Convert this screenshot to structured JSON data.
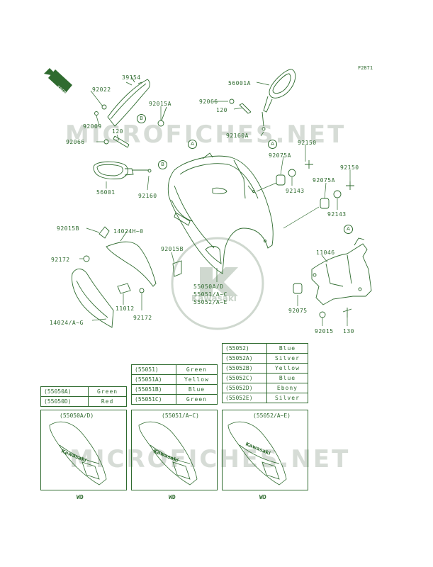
{
  "diagram_code": "F2871",
  "front_label": "FRONT",
  "callouts": {
    "a": "A",
    "b": "B"
  },
  "part_labels": {
    "p39154": "39154",
    "p92022": "92022",
    "p92015A": "92015A",
    "p92009": "92009",
    "p120_l": "120",
    "p92066_l": "92066",
    "p56001": "56001",
    "p92160": "92160",
    "p56001A": "56001A",
    "p92066_r": "92066",
    "p120_r": "120",
    "p92160A": "92160A",
    "p92150_a": "92150",
    "p92075A_a": "92075A",
    "p92143_a": "92143",
    "p92150_b": "92150",
    "p92075A_b": "92075A",
    "p92143_b": "92143",
    "p92015B_a": "92015B",
    "p14024H": "14024H~0",
    "p92172_a": "92172",
    "p92015B_b": "92015B",
    "p55050": "55050A/D",
    "p55051": "55051/A~C",
    "p55052": "55052/A~E",
    "p11012": "11012",
    "p92172_b": "92172",
    "p14024": "14024/A~G",
    "p11046": "11046",
    "p92075": "92075",
    "p92015": "92015",
    "p130": "130"
  },
  "brand_logo_text": "Kawasaki",
  "watermark_text": "MICROFICHES.NET",
  "color_tables": {
    "t55050": [
      {
        "code": "(55050A)",
        "color": "Green"
      },
      {
        "code": "(55050D)",
        "color": "Red"
      }
    ],
    "t55051": [
      {
        "code": "(55051)",
        "color": "Green"
      },
      {
        "code": "(55051A)",
        "color": "Yellow"
      },
      {
        "code": "(55051B)",
        "color": "Blue"
      },
      {
        "code": "(55051C)",
        "color": "Green"
      }
    ],
    "t55052": [
      {
        "code": "(55052)",
        "color": "Blue"
      },
      {
        "code": "(55052A)",
        "color": "Silver"
      },
      {
        "code": "(55052B)",
        "color": "Yellow"
      },
      {
        "code": "(55052C)",
        "color": "Blue"
      },
      {
        "code": "(55052D)",
        "color": "Ebony"
      },
      {
        "code": "(55052E)",
        "color": "Silver"
      }
    ]
  },
  "decal_boxes": [
    {
      "title": "(55050A/D)",
      "footer": "WD",
      "logo": "Kawasaki"
    },
    {
      "title": "(55051/A~C)",
      "footer": "WD",
      "logo": "Kawasaki"
    },
    {
      "title": "(55052/A~E)",
      "footer": "WD",
      "logo": "Kawasaki"
    }
  ],
  "colors": {
    "line": "#2f6b2f",
    "watermark": "#d6dcd6"
  }
}
